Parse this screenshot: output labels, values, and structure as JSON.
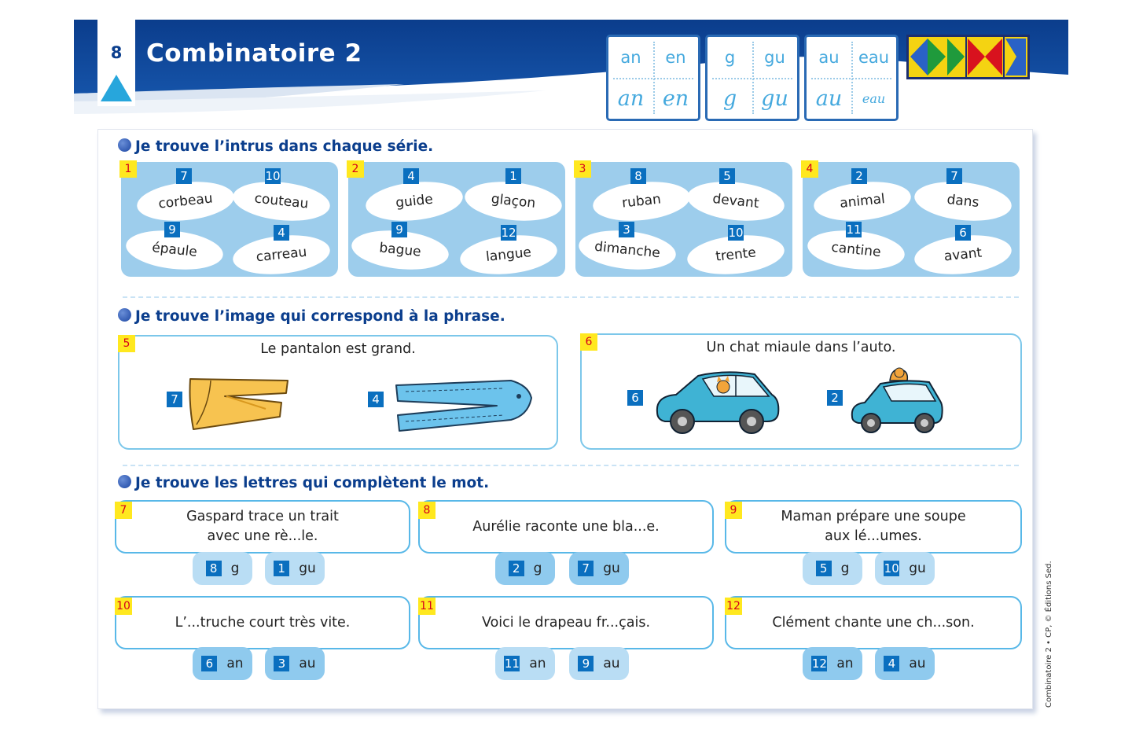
{
  "header": {
    "page_number": "8",
    "title": "Combinatoire 2",
    "letter_cards": [
      {
        "cells": [
          "an",
          "en",
          "an",
          "en"
        ]
      },
      {
        "cells": [
          "g",
          "gu",
          "g",
          "gu"
        ]
      },
      {
        "cells": [
          "au",
          "eau",
          "au",
          "eau"
        ]
      }
    ],
    "logo": "colored-triangles-logo"
  },
  "section1": {
    "title": "Je trouve l’intrus dans chaque série.",
    "panels": [
      {
        "number": "1",
        "words": [
          {
            "n": "7",
            "w": "corbeau"
          },
          {
            "n": "10",
            "w": "couteau"
          },
          {
            "n": "9",
            "w": "épaule"
          },
          {
            "n": "4",
            "w": "carreau"
          }
        ]
      },
      {
        "number": "2",
        "words": [
          {
            "n": "4",
            "w": "guide"
          },
          {
            "n": "1",
            "w": "glaçon"
          },
          {
            "n": "9",
            "w": "bague"
          },
          {
            "n": "12",
            "w": "langue"
          }
        ]
      },
      {
        "number": "3",
        "words": [
          {
            "n": "8",
            "w": "ruban"
          },
          {
            "n": "5",
            "w": "devant"
          },
          {
            "n": "3",
            "w": "dimanche"
          },
          {
            "n": "10",
            "w": "trente"
          }
        ]
      },
      {
        "number": "4",
        "words": [
          {
            "n": "2",
            "w": "animal"
          },
          {
            "n": "7",
            "w": "dans"
          },
          {
            "n": "11",
            "w": "cantine"
          },
          {
            "n": "6",
            "w": "avant"
          }
        ]
      }
    ]
  },
  "section2": {
    "title": "Je trouve l’image qui correspond à la phrase.",
    "boxes": [
      {
        "number": "5",
        "sentence": "Le pantalon est grand.",
        "options": [
          {
            "n": "7",
            "image": "yellow-pants"
          },
          {
            "n": "4",
            "image": "blue-jeans"
          }
        ]
      },
      {
        "number": "6",
        "sentence": "Un chat miaule dans l’auto.",
        "options": [
          {
            "n": "6",
            "image": "car-cat-inside"
          },
          {
            "n": "2",
            "image": "car-cat-on-roof"
          }
        ]
      }
    ]
  },
  "section3": {
    "title": "Je trouve les lettres qui complètent le mot.",
    "questions": [
      {
        "number": "7",
        "line1": "Gaspard trace un trait",
        "line2": "avec une rè...le.",
        "choices": [
          {
            "n": "8",
            "t": "g"
          },
          {
            "n": "1",
            "t": "gu"
          }
        ]
      },
      {
        "number": "8",
        "line1": "Aurélie raconte une bla...e.",
        "line2": "",
        "choices": [
          {
            "n": "2",
            "t": "g"
          },
          {
            "n": "7",
            "t": "gu"
          }
        ]
      },
      {
        "number": "9",
        "line1": "Maman prépare une soupe",
        "line2": "aux lé...umes.",
        "choices": [
          {
            "n": "5",
            "t": "g"
          },
          {
            "n": "10",
            "t": "gu"
          }
        ]
      },
      {
        "number": "10",
        "line1": "L’...truche court très vite.",
        "line2": "",
        "choices": [
          {
            "n": "6",
            "t": "an"
          },
          {
            "n": "3",
            "t": "au"
          }
        ]
      },
      {
        "number": "11",
        "line1": "Voici le drapeau fr...çais.",
        "line2": "",
        "choices": [
          {
            "n": "11",
            "t": "an"
          },
          {
            "n": "9",
            "t": "au"
          }
        ]
      },
      {
        "number": "12",
        "line1": "Clément chante une ch...son.",
        "line2": "",
        "choices": [
          {
            "n": "12",
            "t": "an"
          },
          {
            "n": "4",
            "t": "au"
          }
        ]
      }
    ]
  },
  "footer": {
    "credit": "Combinatoire 2 • CP, © Éditions Sed."
  }
}
